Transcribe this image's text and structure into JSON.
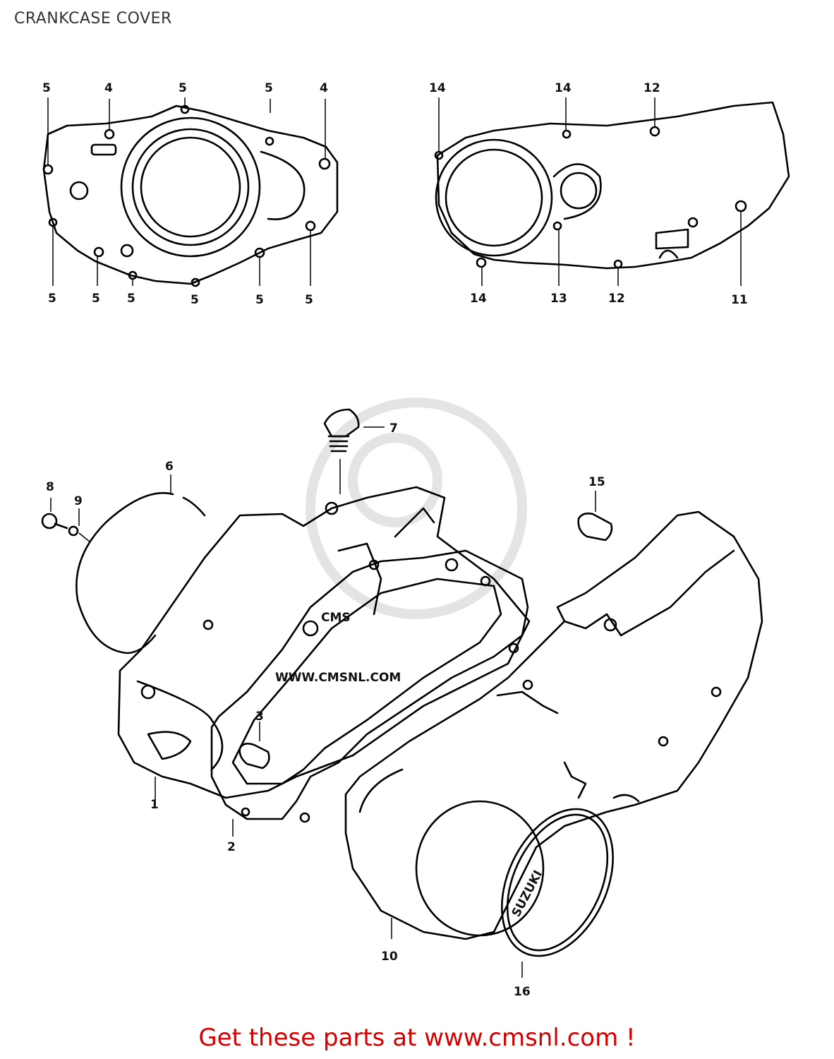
{
  "title": "CRANKCASE COVER",
  "footer": "Get these parts at www.cmsnl.com !",
  "watermark": {
    "brand": "CMS",
    "url": "WWW.CMSNL.COM",
    "color": "#e4e4e4"
  },
  "accent_color": "#d40000",
  "cover_brand": "SUZUKI",
  "callouts": [
    {
      "id": "c5a",
      "text": "5"
    },
    {
      "id": "c4a",
      "text": "4"
    },
    {
      "id": "c5b",
      "text": "5"
    },
    {
      "id": "c5c",
      "text": "5"
    },
    {
      "id": "c4b",
      "text": "4"
    },
    {
      "id": "c5d",
      "text": "5"
    },
    {
      "id": "c5e",
      "text": "5"
    },
    {
      "id": "c5f",
      "text": "5"
    },
    {
      "id": "c5g",
      "text": "5"
    },
    {
      "id": "c5h",
      "text": "5"
    },
    {
      "id": "c5i",
      "text": "5"
    },
    {
      "id": "c14a",
      "text": "14"
    },
    {
      "id": "c14b",
      "text": "14"
    },
    {
      "id": "c12a",
      "text": "12"
    },
    {
      "id": "c14c",
      "text": "14"
    },
    {
      "id": "c13",
      "text": "13"
    },
    {
      "id": "c12b",
      "text": "12"
    },
    {
      "id": "c11",
      "text": "11"
    },
    {
      "id": "c7",
      "text": "7"
    },
    {
      "id": "c6",
      "text": "6"
    },
    {
      "id": "c8",
      "text": "8"
    },
    {
      "id": "c9",
      "text": "9"
    },
    {
      "id": "c15",
      "text": "15"
    },
    {
      "id": "c3",
      "text": "3"
    },
    {
      "id": "c1",
      "text": "1"
    },
    {
      "id": "c2",
      "text": "2"
    },
    {
      "id": "c10",
      "text": "10"
    },
    {
      "id": "c16",
      "text": "16"
    }
  ]
}
